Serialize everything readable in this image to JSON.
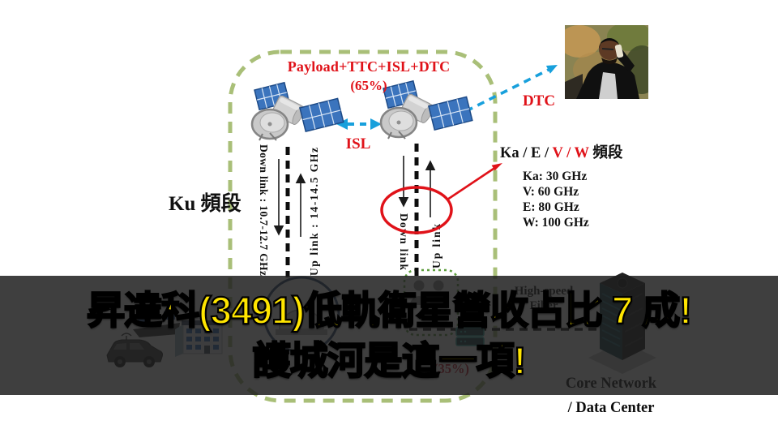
{
  "banner": {
    "line1": "昇達科(3491)低軌衛星營收占比 7 成!",
    "line2": "護城河是這一項!"
  },
  "diagram": {
    "payload_label": "Payload+TTC+ISL+DTC",
    "payload_share": "(65%)",
    "isl": "ISL",
    "dtc": "DTC",
    "ku_band": "Ku 頻段",
    "ka_band_prefix": "Ka / E / ",
    "ka_band_red": "V / W",
    "ka_band_suffix": " 頻段",
    "freqs": [
      "Ka: 30 GHz",
      "V: 60 GHz",
      "E: 80 GHz",
      "W: 100 GHz"
    ],
    "left_downlink": "Down link : 10.7-12.7 GHz",
    "left_uplink": "Up link : 14-14.5 GHz",
    "right_downlink": "Down link",
    "right_uplink": "Up link",
    "ground_share": "(35%)",
    "fiber_line1": "High-speed",
    "fiber_line2": "Fiber",
    "core_line1": "Core Network",
    "core_line2": "/ Data Center"
  },
  "colors": {
    "accent_red": "#e01219",
    "link_blue": "#18a0dc",
    "border_green": "#a9bf78",
    "banner_yellow": "#ffe500",
    "banner_bg": "rgba(32,32,32,0.86)"
  }
}
